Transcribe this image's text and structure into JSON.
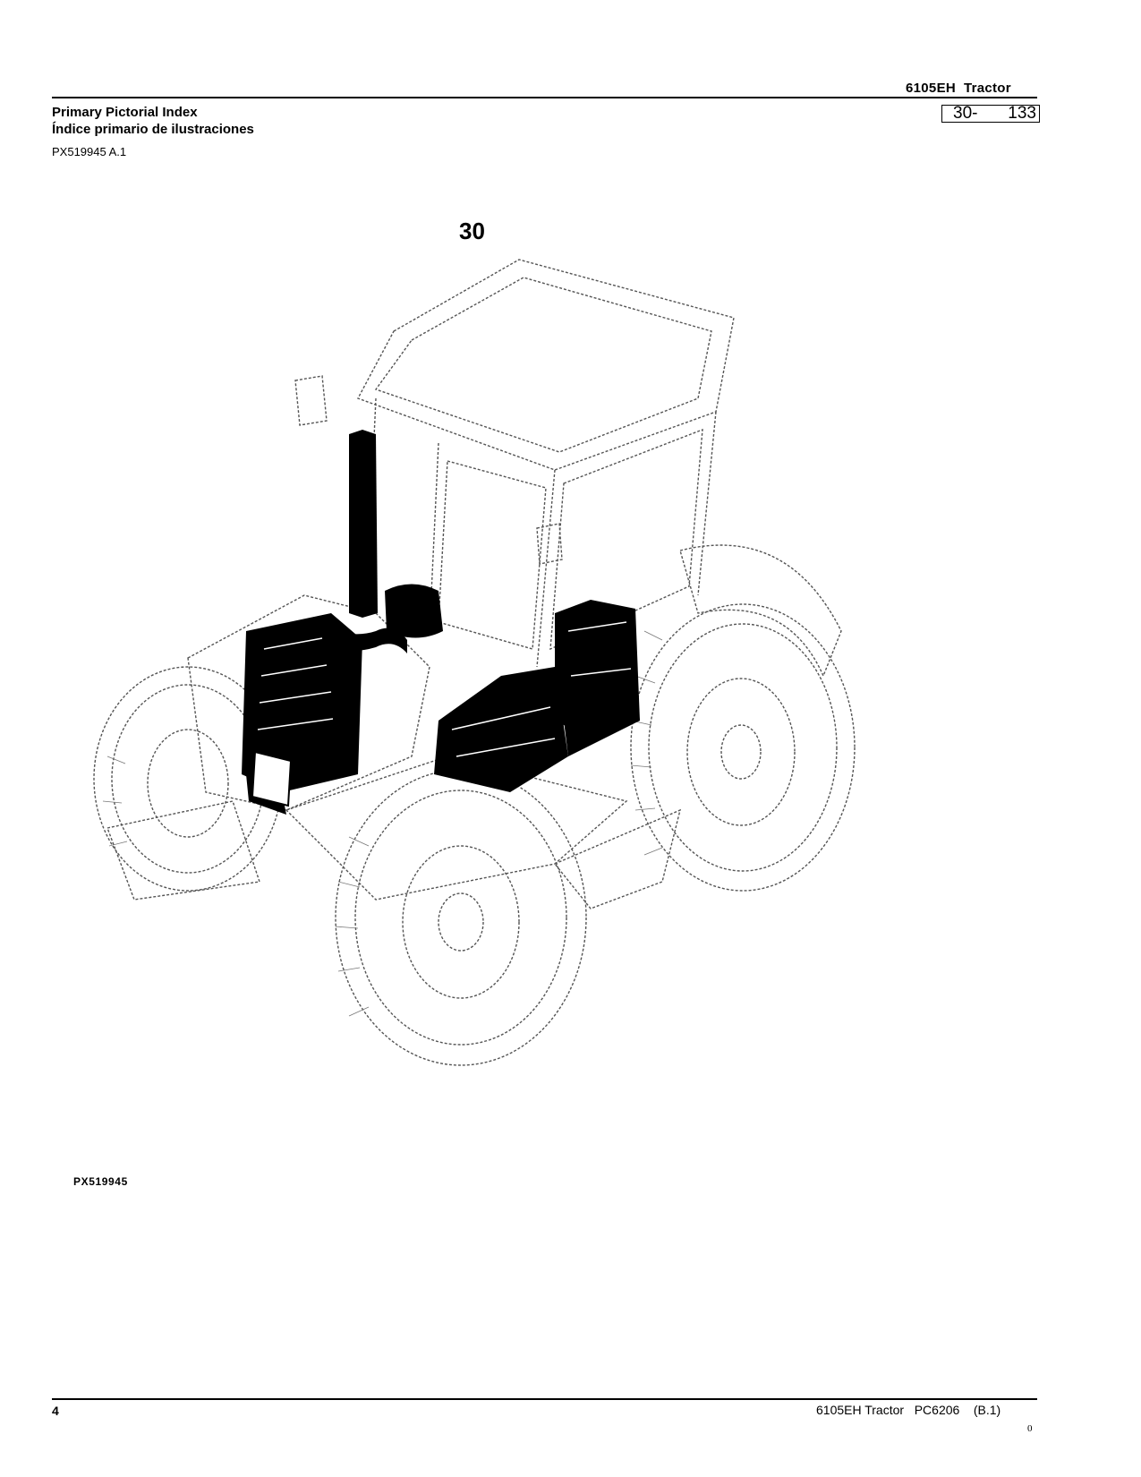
{
  "header": {
    "model_title": "6105EH  Tractor",
    "section_number": "30-",
    "page_number": "133",
    "heading_en": "Primary Pictorial Index",
    "heading_es": "Índice primario de ilustraciones",
    "reference_code": "PX519945 A.1"
  },
  "figure": {
    "group_number": "30",
    "illustration_code": "PX519945",
    "description_icon": "tractor-line-drawing"
  },
  "footer": {
    "page_number": "4",
    "document_info": "6105EH Tractor   PC6206    (B.1)",
    "mark": "0"
  }
}
